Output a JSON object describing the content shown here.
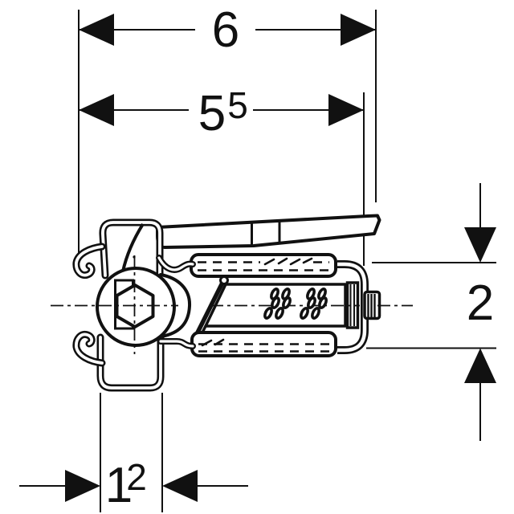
{
  "page": {
    "background": "#ffffff",
    "ink": "#111111"
  },
  "dimensions": {
    "total_width": {
      "value": "6"
    },
    "body_width": {
      "value": "5",
      "sup": "5"
    },
    "height": {
      "value": "2"
    },
    "offset": {
      "value": "1",
      "sup": "2"
    }
  }
}
